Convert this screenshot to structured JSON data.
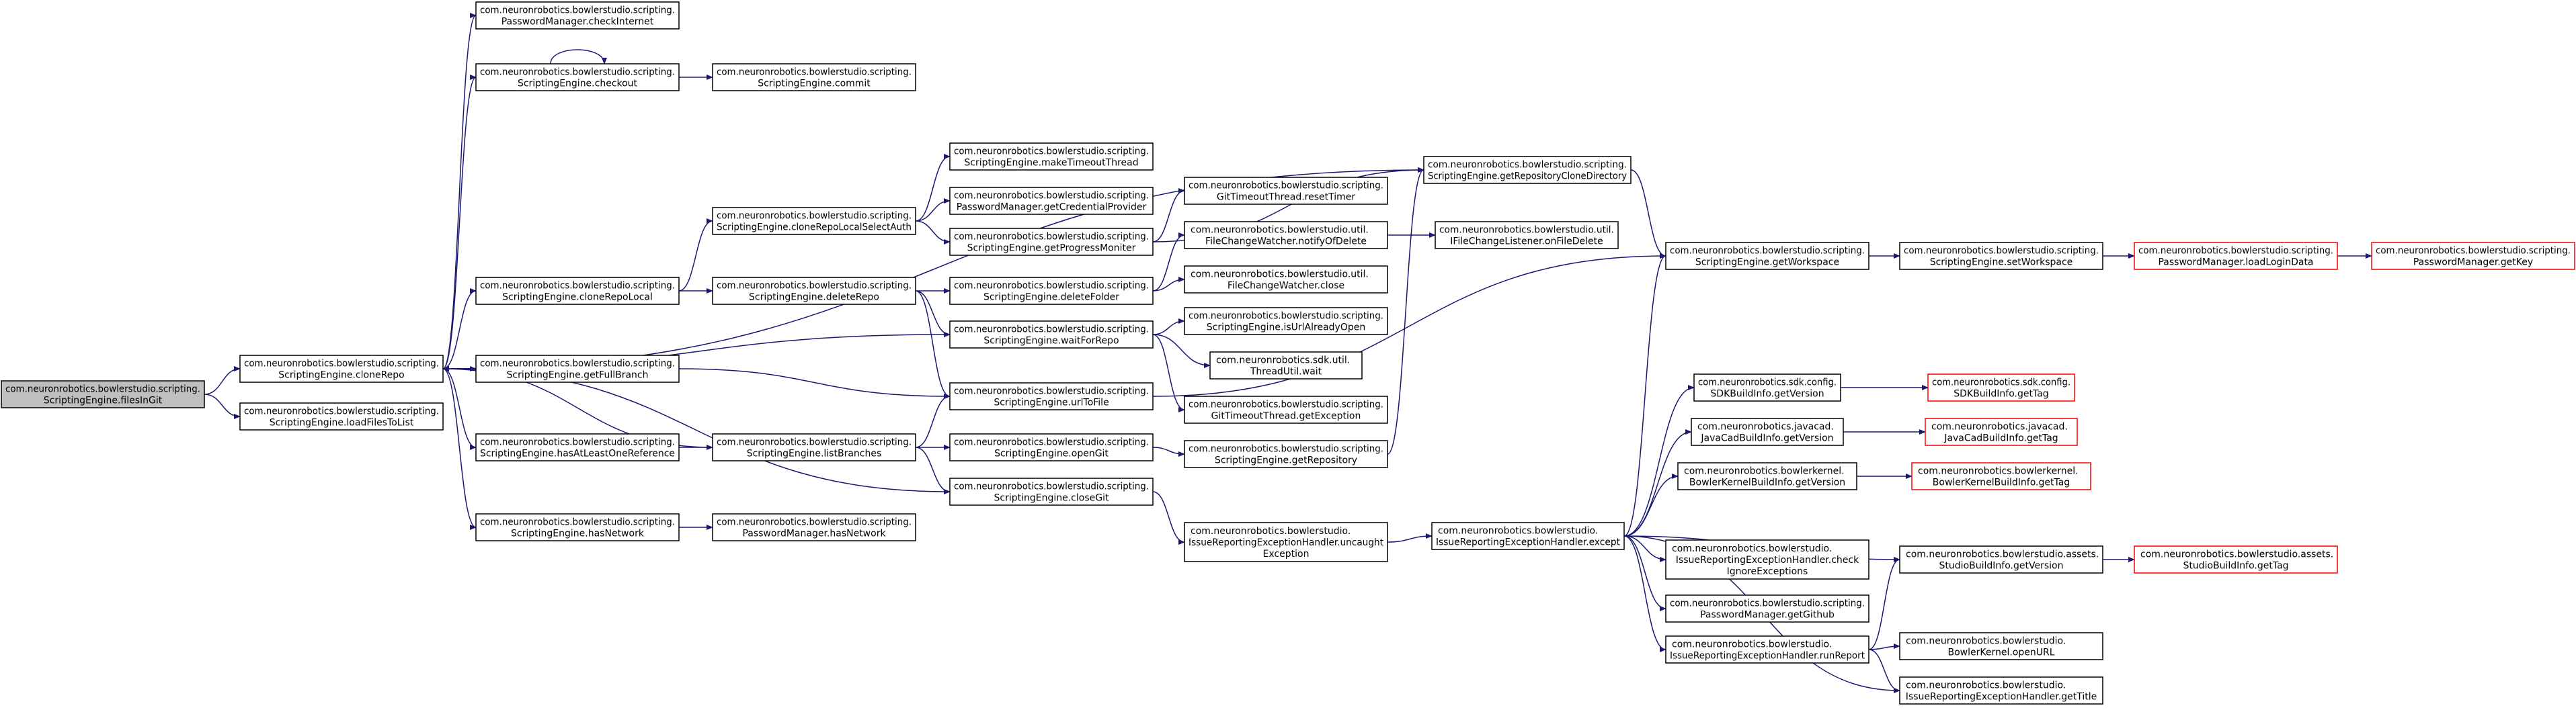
{
  "graph": {
    "edge_color": "#191970",
    "root_fill": "#bfbfbf",
    "node_border": "#000000",
    "external_border": "#ff0000",
    "nodes": {
      "filesInGit": {
        "lines": [
          "com.neuronrobotics.bowlerstudio.scripting.",
          "ScriptingEngine.filesInGit"
        ],
        "kind": "root"
      },
      "cloneRepo": {
        "lines": [
          "com.neuronrobotics.bowlerstudio.scripting.",
          "ScriptingEngine.cloneRepo"
        ],
        "kind": "normal"
      },
      "loadFilesToList": {
        "lines": [
          "com.neuronrobotics.bowlerstudio.scripting.",
          "ScriptingEngine.loadFilesToList"
        ],
        "kind": "normal"
      },
      "checkInternet": {
        "lines": [
          "com.neuronrobotics.bowlerstudio.scripting.",
          "PasswordManager.checkInternet"
        ],
        "kind": "normal"
      },
      "checkout": {
        "lines": [
          "com.neuronrobotics.bowlerstudio.scripting.",
          "ScriptingEngine.checkout"
        ],
        "kind": "normal"
      },
      "commit": {
        "lines": [
          "com.neuronrobotics.bowlerstudio.scripting.",
          "ScriptingEngine.commit"
        ],
        "kind": "normal"
      },
      "cloneRepoLocal": {
        "lines": [
          "com.neuronrobotics.bowlerstudio.scripting.",
          "ScriptingEngine.cloneRepoLocal"
        ],
        "kind": "normal"
      },
      "getFullBranch": {
        "lines": [
          "com.neuronrobotics.bowlerstudio.scripting.",
          "ScriptingEngine.getFullBranch"
        ],
        "kind": "normal"
      },
      "hasAtLeastOneReference": {
        "lines": [
          "com.neuronrobotics.bowlerstudio.scripting.",
          "ScriptingEngine.hasAtLeastOneReference"
        ],
        "kind": "normal"
      },
      "hasNetworkSE": {
        "lines": [
          "com.neuronrobotics.bowlerstudio.scripting.",
          "ScriptingEngine.hasNetwork"
        ],
        "kind": "normal"
      },
      "hasNetworkPM": {
        "lines": [
          "com.neuronrobotics.bowlerstudio.scripting.",
          "PasswordManager.hasNetwork"
        ],
        "kind": "normal"
      },
      "cloneRepoLocalSelectAuth": {
        "lines": [
          "com.neuronrobotics.bowlerstudio.scripting.",
          "ScriptingEngine.cloneRepoLocalSelectAuth"
        ],
        "kind": "normal"
      },
      "deleteRepo": {
        "lines": [
          "com.neuronrobotics.bowlerstudio.scripting.",
          "ScriptingEngine.deleteRepo"
        ],
        "kind": "normal"
      },
      "listBranches": {
        "lines": [
          "com.neuronrobotics.bowlerstudio.scripting.",
          "ScriptingEngine.listBranches"
        ],
        "kind": "normal"
      },
      "makeTimeoutThread": {
        "lines": [
          "com.neuronrobotics.bowlerstudio.scripting.",
          "ScriptingEngine.makeTimeoutThread"
        ],
        "kind": "normal"
      },
      "getCredentialProvider": {
        "lines": [
          "com.neuronrobotics.bowlerstudio.scripting.",
          "PasswordManager.getCredentialProvider"
        ],
        "kind": "normal"
      },
      "getProgressMoniter": {
        "lines": [
          "com.neuronrobotics.bowlerstudio.scripting.",
          "ScriptingEngine.getProgressMoniter"
        ],
        "kind": "normal"
      },
      "deleteFolder": {
        "lines": [
          "com.neuronrobotics.bowlerstudio.scripting.",
          "ScriptingEngine.deleteFolder"
        ],
        "kind": "normal"
      },
      "waitForRepo": {
        "lines": [
          "com.neuronrobotics.bowlerstudio.scripting.",
          "ScriptingEngine.waitForRepo"
        ],
        "kind": "normal"
      },
      "urlToFile": {
        "lines": [
          "com.neuronrobotics.bowlerstudio.scripting.",
          "ScriptingEngine.urlToFile"
        ],
        "kind": "normal"
      },
      "openGit": {
        "lines": [
          "com.neuronrobotics.bowlerstudio.scripting.",
          "ScriptingEngine.openGit"
        ],
        "kind": "normal"
      },
      "closeGit": {
        "lines": [
          "com.neuronrobotics.bowlerstudio.scripting.",
          "ScriptingEngine.closeGit"
        ],
        "kind": "normal"
      },
      "resetTimer": {
        "lines": [
          "com.neuronrobotics.bowlerstudio.scripting.",
          "GitTimeoutThread.resetTimer"
        ],
        "kind": "normal"
      },
      "notifyOfDelete": {
        "lines": [
          "com.neuronrobotics.bowlerstudio.util.",
          "FileChangeWatcher.notifyOfDelete"
        ],
        "kind": "normal"
      },
      "fcwClose": {
        "lines": [
          "com.neuronrobotics.bowlerstudio.util.",
          "FileChangeWatcher.close"
        ],
        "kind": "normal"
      },
      "isUrlAlreadyOpen": {
        "lines": [
          "com.neuronrobotics.bowlerstudio.scripting.",
          "ScriptingEngine.isUrlAlreadyOpen"
        ],
        "kind": "normal"
      },
      "threadUtilWait": {
        "lines": [
          "com.neuronrobotics.sdk.util.",
          "ThreadUtil.wait"
        ],
        "kind": "normal"
      },
      "getException": {
        "lines": [
          "com.neuronrobotics.bowlerstudio.scripting.",
          "GitTimeoutThread.getException"
        ],
        "kind": "normal"
      },
      "getRepository": {
        "lines": [
          "com.neuronrobotics.bowlerstudio.scripting.",
          "ScriptingEngine.getRepository"
        ],
        "kind": "normal"
      },
      "uncaughtException": {
        "lines": [
          "com.neuronrobotics.bowlerstudio.",
          "IssueReportingExceptionHandler.uncaught",
          "Exception"
        ],
        "kind": "normal"
      },
      "getRepositoryCloneDirectory": {
        "lines": [
          "com.neuronrobotics.bowlerstudio.scripting.",
          "ScriptingEngine.getRepositoryCloneDirectory"
        ],
        "kind": "normal"
      },
      "onFileDelete": {
        "lines": [
          "com.neuronrobotics.bowlerstudio.util.",
          "IFileChangeListener.onFileDelete"
        ],
        "kind": "normal"
      },
      "except": {
        "lines": [
          "com.neuronrobotics.bowlerstudio.",
          "IssueReportingExceptionHandler.except"
        ],
        "kind": "normal"
      },
      "getWorkspace": {
        "lines": [
          "com.neuronrobotics.bowlerstudio.scripting.",
          "ScriptingEngine.getWorkspace"
        ],
        "kind": "normal"
      },
      "setWorkspace": {
        "lines": [
          "com.neuronrobotics.bowlerstudio.scripting.",
          "ScriptingEngine.setWorkspace"
        ],
        "kind": "normal"
      },
      "loadLoginData": {
        "lines": [
          "com.neuronrobotics.bowlerstudio.scripting.",
          "PasswordManager.loadLoginData"
        ],
        "kind": "external"
      },
      "getKey": {
        "lines": [
          "com.neuronrobotics.bowlerstudio.scripting.",
          "PasswordManager.getKey"
        ],
        "kind": "external"
      },
      "sdkGetVersion": {
        "lines": [
          "com.neuronrobotics.sdk.config.",
          "SDKBuildInfo.getVersion"
        ],
        "kind": "normal"
      },
      "sdkGetTag": {
        "lines": [
          "com.neuronrobotics.sdk.config.",
          "SDKBuildInfo.getTag"
        ],
        "kind": "external"
      },
      "jcadGetVersion": {
        "lines": [
          "com.neuronrobotics.javacad.",
          "JavaCadBuildInfo.getVersion"
        ],
        "kind": "normal"
      },
      "jcadGetTag": {
        "lines": [
          "com.neuronrobotics.javacad.",
          "JavaCadBuildInfo.getTag"
        ],
        "kind": "external"
      },
      "bkGetVersion": {
        "lines": [
          "com.neuronrobotics.bowlerkernel.",
          "BowlerKernelBuildInfo.getVersion"
        ],
        "kind": "normal"
      },
      "bkGetTag": {
        "lines": [
          "com.neuronrobotics.bowlerkernel.",
          "BowlerKernelBuildInfo.getTag"
        ],
        "kind": "external"
      },
      "checkIgnore": {
        "lines": [
          "com.neuronrobotics.bowlerstudio.",
          "IssueReportingExceptionHandler.check",
          "IgnoreExceptions"
        ],
        "kind": "normal"
      },
      "getGithub": {
        "lines": [
          "com.neuronrobotics.bowlerstudio.scripting.",
          "PasswordManager.getGithub"
        ],
        "kind": "normal"
      },
      "runReport": {
        "lines": [
          "com.neuronrobotics.bowlerstudio.",
          "IssueReportingExceptionHandler.runReport"
        ],
        "kind": "normal"
      },
      "studioGetVersion": {
        "lines": [
          "com.neuronrobotics.bowlerstudio.assets.",
          "StudioBuildInfo.getVersion"
        ],
        "kind": "normal"
      },
      "studioGetTag": {
        "lines": [
          "com.neuronrobotics.bowlerstudio.assets.",
          "StudioBuildInfo.getTag"
        ],
        "kind": "external"
      },
      "openURL": {
        "lines": [
          "com.neuronrobotics.bowlerstudio.",
          "BowlerKernel.openURL"
        ],
        "kind": "normal"
      },
      "getTitle": {
        "lines": [
          "com.neuronrobotics.bowlerstudio.",
          "IssueReportingExceptionHandler.getTitle"
        ],
        "kind": "normal"
      }
    },
    "edges": [
      [
        "filesInGit",
        "cloneRepo"
      ],
      [
        "filesInGit",
        "loadFilesToList"
      ],
      [
        "cloneRepo",
        "checkInternet"
      ],
      [
        "cloneRepo",
        "checkout"
      ],
      [
        "checkout",
        "checkout"
      ],
      [
        "checkout",
        "commit"
      ],
      [
        "cloneRepo",
        "getRepositoryCloneDirectory"
      ],
      [
        "cloneRepo",
        "cloneRepoLocal"
      ],
      [
        "cloneRepo",
        "getFullBranch"
      ],
      [
        "cloneRepo",
        "waitForRepo"
      ],
      [
        "cloneRepo",
        "hasAtLeastOneReference"
      ],
      [
        "cloneRepo",
        "hasNetworkSE"
      ],
      [
        "cloneRepo",
        "closeGit"
      ],
      [
        "getFullBranch",
        "cloneRepo"
      ],
      [
        "getFullBranch",
        "urlToFile"
      ],
      [
        "listBranches",
        "cloneRepo"
      ],
      [
        "hasAtLeastOneReference",
        "listBranches"
      ],
      [
        "hasNetworkSE",
        "hasNetworkPM"
      ],
      [
        "cloneRepoLocal",
        "cloneRepoLocalSelectAuth"
      ],
      [
        "cloneRepoLocal",
        "deleteRepo"
      ],
      [
        "cloneRepoLocalSelectAuth",
        "makeTimeoutThread"
      ],
      [
        "cloneRepoLocalSelectAuth",
        "getCredentialProvider"
      ],
      [
        "cloneRepoLocalSelectAuth",
        "getProgressMoniter"
      ],
      [
        "getProgressMoniter",
        "resetTimer"
      ],
      [
        "getProgressMoniter",
        "getRepositoryCloneDirectory"
      ],
      [
        "deleteRepo",
        "deleteFolder"
      ],
      [
        "deleteRepo",
        "waitForRepo"
      ],
      [
        "deleteRepo",
        "urlToFile"
      ],
      [
        "deleteFolder",
        "notifyOfDelete"
      ],
      [
        "deleteFolder",
        "fcwClose"
      ],
      [
        "notifyOfDelete",
        "onFileDelete"
      ],
      [
        "waitForRepo",
        "isUrlAlreadyOpen"
      ],
      [
        "waitForRepo",
        "threadUtilWait"
      ],
      [
        "waitForRepo",
        "getException"
      ],
      [
        "listBranches",
        "urlToFile"
      ],
      [
        "listBranches",
        "openGit"
      ],
      [
        "listBranches",
        "closeGit"
      ],
      [
        "openGit",
        "getRepository"
      ],
      [
        "getRepository",
        "getRepositoryCloneDirectory"
      ],
      [
        "urlToFile",
        "getWorkspace"
      ],
      [
        "closeGit",
        "uncaughtException"
      ],
      [
        "uncaughtException",
        "except"
      ],
      [
        "getRepositoryCloneDirectory",
        "getWorkspace"
      ],
      [
        "getWorkspace",
        "setWorkspace"
      ],
      [
        "setWorkspace",
        "loadLoginData"
      ],
      [
        "loadLoginData",
        "getKey"
      ],
      [
        "except",
        "getWorkspace"
      ],
      [
        "except",
        "sdkGetVersion"
      ],
      [
        "except",
        "jcadGetVersion"
      ],
      [
        "except",
        "bkGetVersion"
      ],
      [
        "except",
        "studioGetVersion"
      ],
      [
        "except",
        "checkIgnore"
      ],
      [
        "except",
        "getGithub"
      ],
      [
        "except",
        "runReport"
      ],
      [
        "except",
        "getTitle"
      ],
      [
        "sdkGetVersion",
        "sdkGetTag"
      ],
      [
        "jcadGetVersion",
        "jcadGetTag"
      ],
      [
        "bkGetVersion",
        "bkGetTag"
      ],
      [
        "studioGetVersion",
        "studioGetTag"
      ],
      [
        "runReport",
        "studioGetVersion"
      ],
      [
        "runReport",
        "openURL"
      ],
      [
        "runReport",
        "getTitle"
      ]
    ]
  }
}
